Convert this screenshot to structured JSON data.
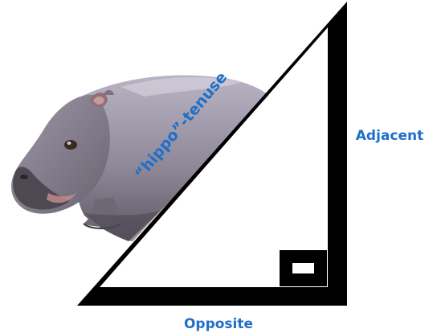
{
  "labels": {
    "hypotenuse": "“hippo”-tenuse",
    "adjacent": "Adjacent",
    "opposite": "Opposite"
  },
  "colors": {
    "label": "#1f6fc9",
    "triangle": "#000000",
    "background": "#ffffff"
  },
  "image": {
    "subject": "hippopotamus photo"
  }
}
